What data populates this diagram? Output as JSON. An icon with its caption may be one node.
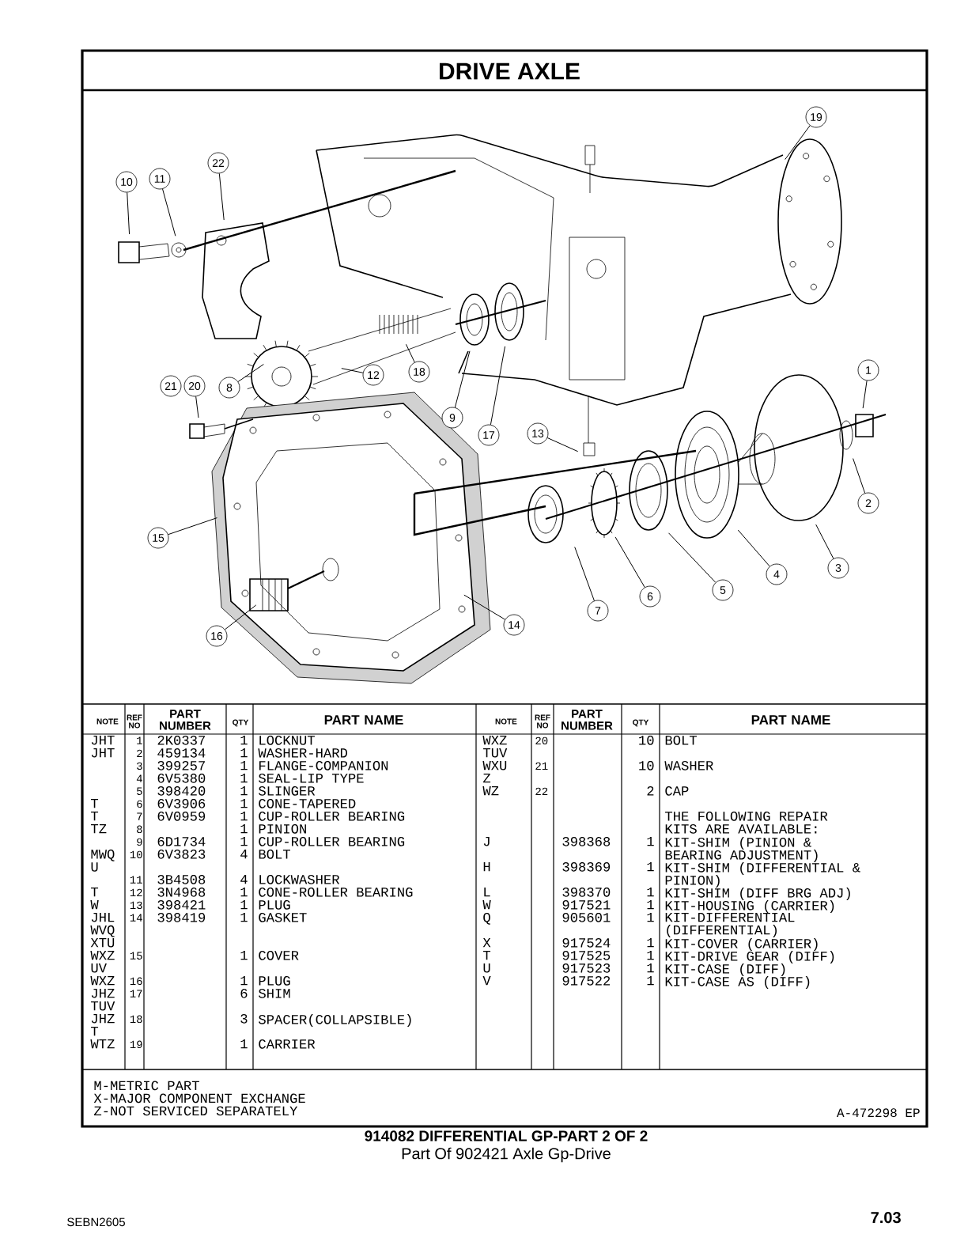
{
  "diagram": {
    "title": "DRIVE AXLE",
    "caption": "914082 DIFFERENTIAL GP-PART 2 OF 2",
    "nodes": [
      {
        "text": [
          "1"
        ]
      },
      {
        "text": [
          "2"
        ]
      },
      {
        "text": [
          "3"
        ]
      },
      {
        "text": [
          "4"
        ]
      },
      {
        "text": [
          "5"
        ]
      },
      {
        "text": [
          "6"
        ]
      },
      {
        "text": [
          "7"
        ]
      },
      {
        "text": [
          "8"
        ]
      },
      {
        "text": [
          "9"
        ]
      },
      {
        "text": [
          "10"
        ]
      },
      {
        "text": [
          "11"
        ]
      },
      {
        "text": [
          "12"
        ]
      },
      {
        "text": [
          "13"
        ]
      },
      {
        "text": [
          "14"
        ]
      },
      {
        "text": [
          "15"
        ]
      },
      {
        "text": [
          "16"
        ]
      },
      {
        "text": [
          "17"
        ]
      },
      {
        "text": [
          "18"
        ]
      },
      {
        "text": [
          "19"
        ]
      },
      {
        "text": [
          "20"
        ]
      },
      {
        "text": [
          "21"
        ]
      },
      {
        "text": [
          "22"
        ]
      }
    ],
    "edges": [
      {
        "from": 0,
        "to": null,
        "arrow": "none"
      },
      {
        "from": 1,
        "to": null,
        "arrow": "none"
      },
      {
        "from": 2,
        "to": null,
        "arrow": "none"
      },
      {
        "from": 3,
        "to": null,
        "arrow": "none"
      },
      {
        "from": 4,
        "to": null,
        "arrow": "none"
      },
      {
        "from": 5,
        "to": null,
        "arrow": "none"
      },
      {
        "from": 6,
        "to": null,
        "arrow": "none"
      },
      {
        "from": 7,
        "to": null,
        "arrow": "none"
      },
      {
        "from": 8,
        "to": null,
        "arrow": "none"
      },
      {
        "from": 9,
        "to": null,
        "arrow": "none"
      },
      {
        "from": 10,
        "to": null,
        "arrow": "none"
      },
      {
        "from": 11,
        "to": null,
        "arrow": "none"
      },
      {
        "from": 12,
        "to": null,
        "arrow": "none"
      },
      {
        "from": 13,
        "to": null,
        "arrow": "none"
      },
      {
        "from": 14,
        "to": null,
        "arrow": "none"
      },
      {
        "from": 15,
        "to": null,
        "arrow": "none"
      },
      {
        "from": 16,
        "to": null,
        "arrow": "none"
      },
      {
        "from": 17,
        "to": null,
        "arrow": "none"
      },
      {
        "from": 18,
        "to": null,
        "arrow": "none"
      },
      {
        "from": 19,
        "to": null,
        "arrow": "none"
      },
      {
        "from": 21,
        "to": null,
        "arrow": "none"
      }
    ],
    "labels": [
      "NOTE",
      "REF NO",
      "PART NUMBER",
      "QTY",
      "PART NAME",
      "NOTE",
      "REF NO",
      "PART NUMBER",
      "QTY",
      "PART NAME",
      "JHT",
      "1",
      "2K0337",
      "1",
      "LOCKNUT",
      "JHT",
      "2",
      "459134",
      "1",
      "WASHER-HARD",
      "3",
      "399257",
      "1",
      "FLANGE-COMPANION",
      "4",
      "6V5380",
      "1",
      "SEAL-LIP TYPE",
      "5",
      "398420",
      "1",
      "SLINGER",
      "T",
      "6",
      "6V3906",
      "1",
      "CONE-TAPERED",
      "T",
      "7",
      "6V0959",
      "1",
      "CUP-ROLLER BEARING",
      "TZ",
      "8",
      "1",
      "PINION",
      "9",
      "6D1734",
      "1",
      "CUP-ROLLER BEARING",
      "MWQ U",
      "10",
      "6V3823",
      "4",
      "BOLT",
      "11",
      "3B4508",
      "4",
      "LOCKWASHER",
      "T",
      "12",
      "3N4968",
      "1",
      "CONE-ROLLER BEARING",
      "W",
      "13",
      "398421",
      "1",
      "PLUG",
      "JHL WVQ XTU",
      "14",
      "398419",
      "1",
      "GASKET",
      "WXZ UV",
      "15",
      "1",
      "COVER",
      "WXZ",
      "16",
      "1",
      "PLUG",
      "JHZ TUV",
      "17",
      "6",
      "SHIM",
      "JHZ T",
      "18",
      "3",
      "SPACER(COLLAPSIBLE)",
      "WTZ",
      "19",
      "1",
      "CARRIER",
      "WXZ TUV",
      "20",
      "10",
      "BOLT",
      "WXU Z",
      "21",
      "10",
      "WASHER",
      "WZ",
      "22",
      "2",
      "CAP",
      "THE FOLLOWING REPAIR KITS ARE AVAILABLE:",
      "J",
      "398368",
      "1",
      "KIT-SHIM (PINION & BEARING ADJUSTMENT)",
      "H",
      "398369",
      "1",
      "KIT-SHIM (DIFFERENTIAL & PINION)",
      "L",
      "398370",
      "1",
      "KIT-SHIM (DIFF BRG ADJ)",
      "W",
      "917521",
      "1",
      "KIT-HOUSING (CARRIER)",
      "Q",
      "905601",
      "1",
      "KIT-DIFFERENTIAL (DIFFERENTIAL)",
      "X",
      "917524",
      "1",
      "KIT-COVER (CARRIER)",
      "T",
      "917525",
      "1",
      "KIT-DRIVE GEAR (DIFF)",
      "U",
      "917523",
      "1",
      "KIT-CASE (DIFF)",
      "V",
      "917522",
      "1",
      "KIT-CASE AS (DIFF)",
      "M-METRIC PART",
      "X-MAJOR COMPONENT EXCHANGE",
      "Z-NOT SERVICED SEPARATELY",
      "A-472298 EP",
      "Part Of 902421 Axle Gp-Drive",
      "SEBN2605",
      "7.03"
    ]
  }
}
